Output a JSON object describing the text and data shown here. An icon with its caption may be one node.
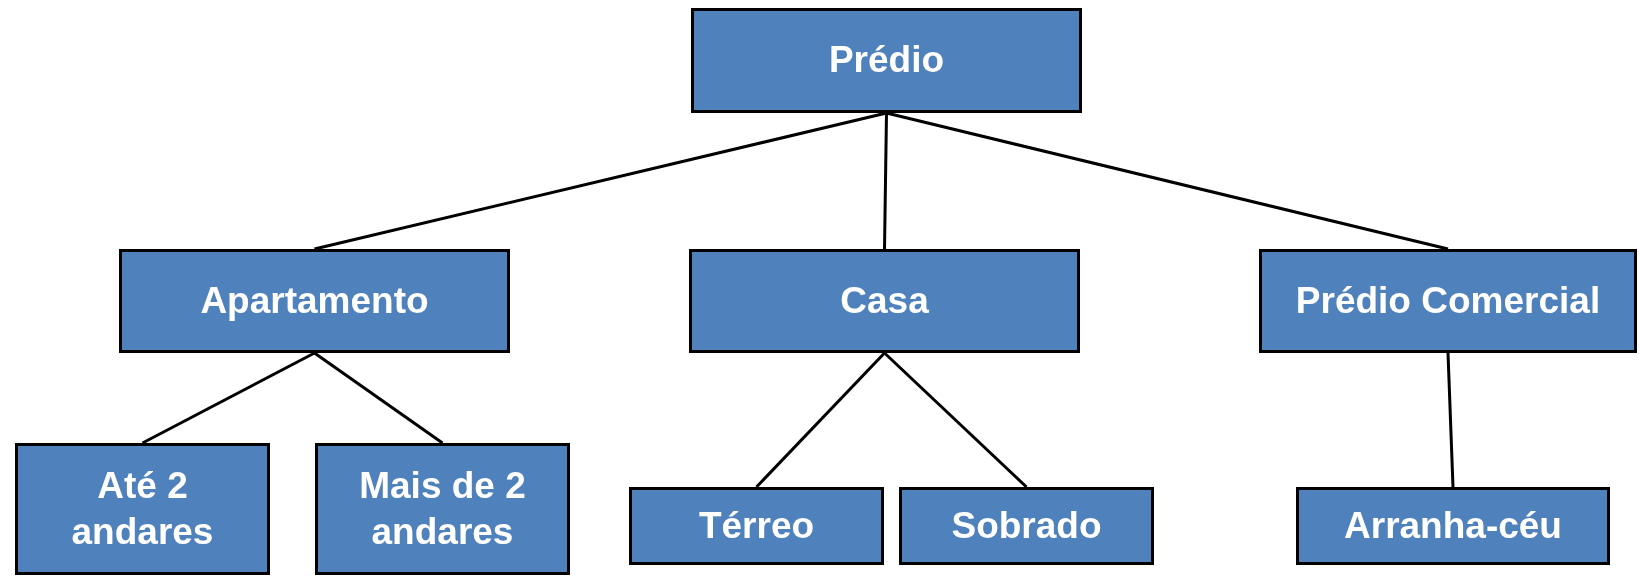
{
  "diagram": {
    "nodes": [
      {
        "text": [
          "Prédio"
        ]
      },
      {
        "text": [
          "Apartamento"
        ]
      },
      {
        "text": [
          "Casa"
        ]
      },
      {
        "text": [
          "Prédio Comercial"
        ]
      },
      {
        "text": [
          "Até 2 andares"
        ]
      },
      {
        "text": [
          "Mais de 2 andares"
        ]
      },
      {
        "text": [
          "Térreo"
        ]
      },
      {
        "text": [
          "Sobrado"
        ]
      },
      {
        "text": [
          "Arranha-céu"
        ]
      }
    ],
    "edges": [
      {
        "from": 0,
        "to": 1,
        "arrow": "none"
      },
      {
        "from": 0,
        "to": 2,
        "arrow": "none"
      },
      {
        "from": 0,
        "to": 3,
        "arrow": "none"
      },
      {
        "from": 1,
        "to": 4,
        "arrow": "none"
      },
      {
        "from": 1,
        "to": 5,
        "arrow": "none"
      },
      {
        "from": 2,
        "to": 6,
        "arrow": "none"
      },
      {
        "from": 2,
        "to": 7,
        "arrow": "none"
      },
      {
        "from": 3,
        "to": 8,
        "arrow": "none"
      }
    ]
  }
}
